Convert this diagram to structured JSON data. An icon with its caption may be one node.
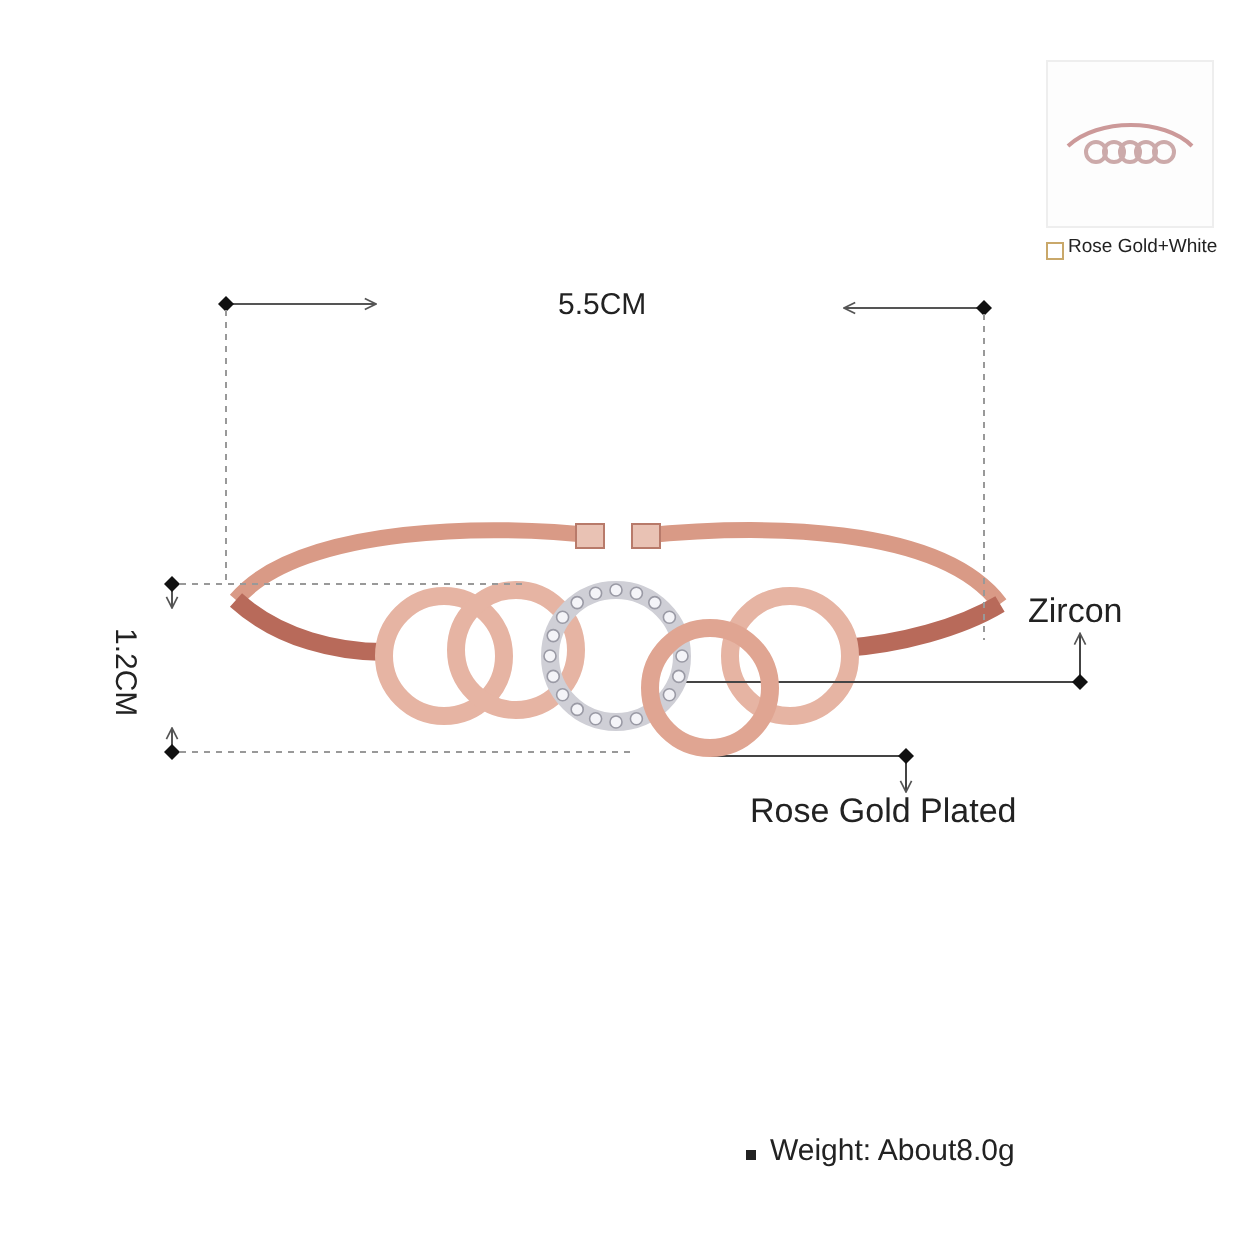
{
  "diagram": {
    "nodes": [
      {
        "text": [],
        "shape": "picture"
      },
      {
        "text": [
          "Zircon"
        ]
      },
      {
        "text": [],
        "shape": "picture"
      },
      {
        "text": [
          "Rose Gold Plated"
        ]
      }
    ],
    "edges": [
      {
        "from": 0,
        "to": 1,
        "arrow": "to"
      },
      {
        "from": 2,
        "to": 3,
        "arrow": "to"
      }
    ],
    "labels": [
      "5.5CM",
      "1.2CM",
      "Rose Gold+White",
      "Weight: About8.0g"
    ]
  }
}
